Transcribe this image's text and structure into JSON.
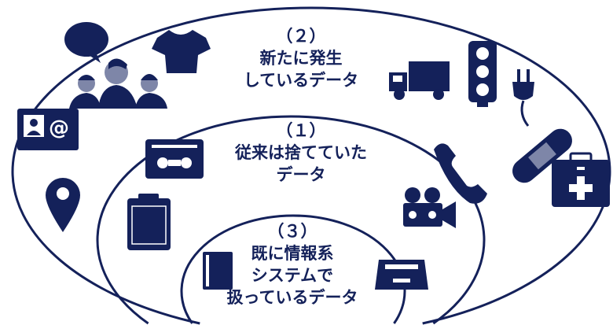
{
  "color": "#14215a",
  "outer": {
    "number": "（２）",
    "line1": "新たに発生",
    "line2": "しているデータ"
  },
  "middle": {
    "number": "（１）",
    "line1": "従来は捨てていた",
    "line2": "データ"
  },
  "inner": {
    "number": "（３）",
    "line1": "既に情報系",
    "line2": "システムで",
    "line3": "扱っているデータ"
  }
}
